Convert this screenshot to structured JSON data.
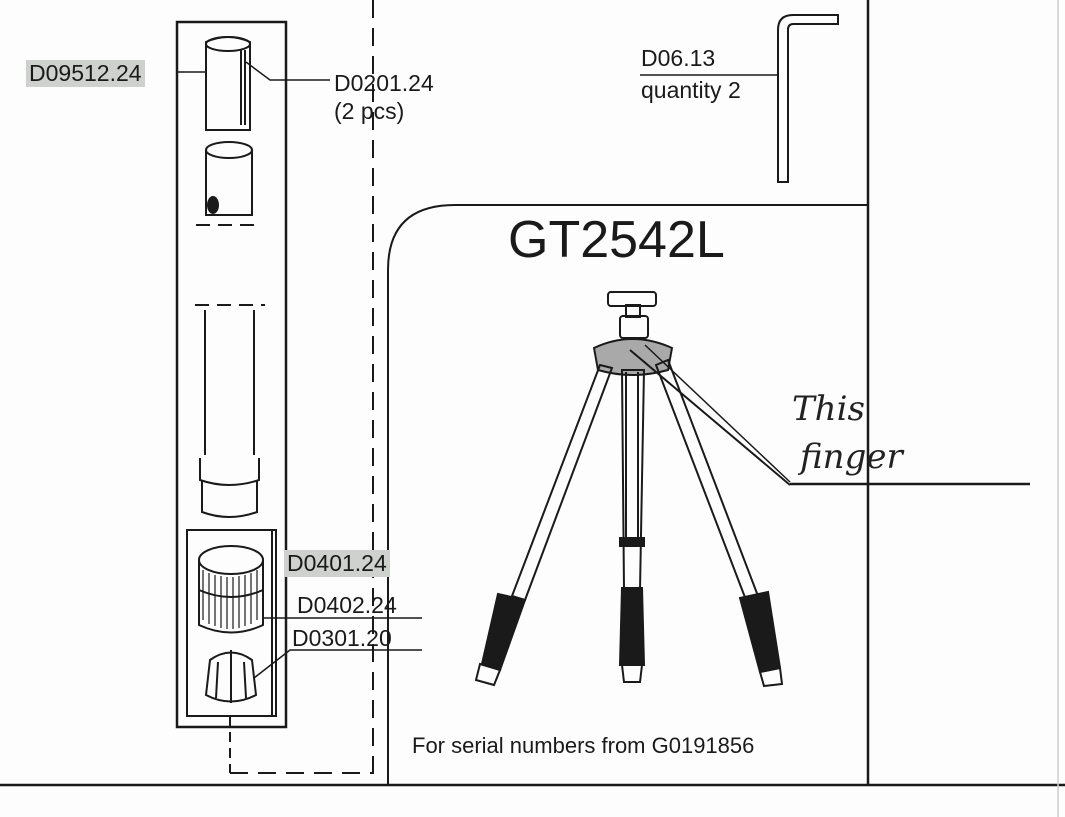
{
  "diagram": {
    "model": "GT2542L",
    "serial_note": "For serial numbers from G0191856",
    "parts": {
      "p1": "D09512.24",
      "p2_code": "D0201.24",
      "p2_qty": "(2 pcs)",
      "p3_code": "D06.13",
      "p3_qty": "quantity 2",
      "p4": "D0401.24",
      "p5": "D0402.24",
      "p6": "D0301.20"
    },
    "annotation": {
      "line1": "This",
      "line2": "finger"
    },
    "colors": {
      "ink": "#1a1a1a",
      "label_highlight": "#cfd1cf"
    }
  }
}
